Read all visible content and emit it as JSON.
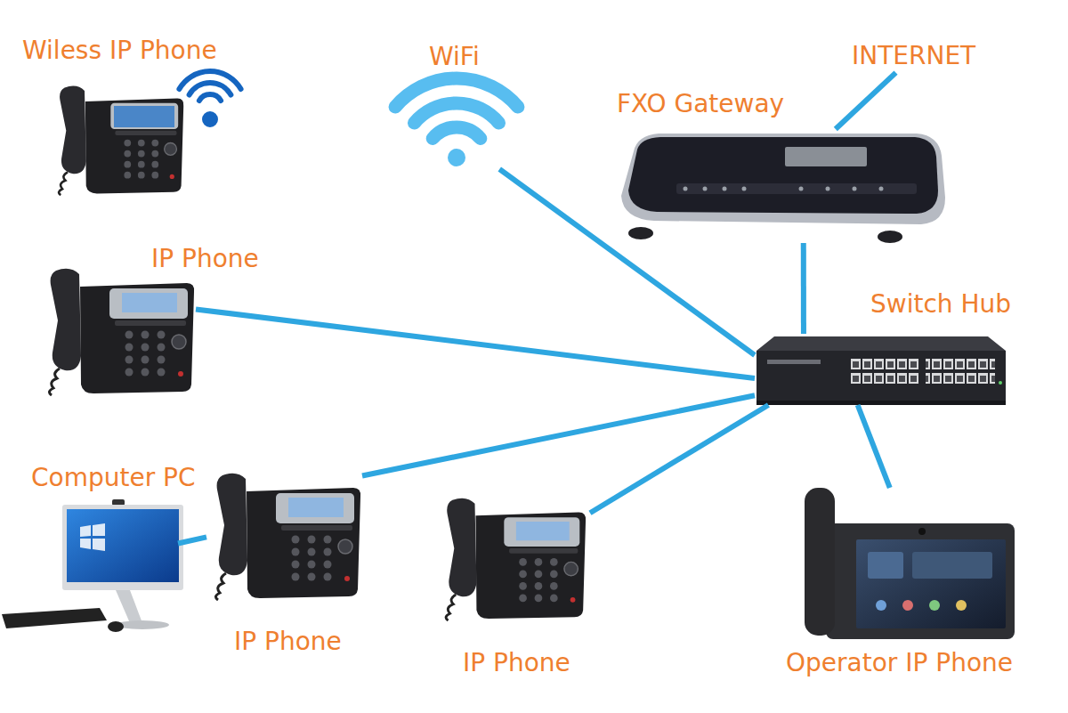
{
  "diagram": {
    "nodes": [
      {
        "text": [
          "Wiless IP Phone"
        ]
      },
      {
        "text": [
          "WiFi"
        ]
      },
      {
        "text": [
          "INTERNET"
        ]
      },
      {
        "text": [
          "FXO Gateway"
        ]
      },
      {
        "text": [
          "IP Phone"
        ]
      },
      {
        "text": [
          "Switch Hub"
        ]
      },
      {
        "text": [
          "Computer PC"
        ]
      },
      {
        "text": [
          "IP Phone"
        ]
      },
      {
        "text": [
          "IP Phone"
        ]
      },
      {
        "text": [
          "Operator IP Phone"
        ]
      }
    ],
    "edges": [
      {
        "from": 3,
        "to": 2,
        "arrow": "none"
      },
      {
        "from": 1,
        "to": 5,
        "arrow": "none"
      },
      {
        "from": 4,
        "to": 5,
        "arrow": "none"
      },
      {
        "from": 7,
        "to": 5,
        "arrow": "none"
      },
      {
        "from": 8,
        "to": 5,
        "arrow": "none"
      },
      {
        "from": 9,
        "to": 5,
        "arrow": "none"
      },
      {
        "from": 3,
        "to": 5,
        "arrow": "none"
      },
      {
        "from": 6,
        "to": 7,
        "arrow": "none"
      }
    ]
  }
}
